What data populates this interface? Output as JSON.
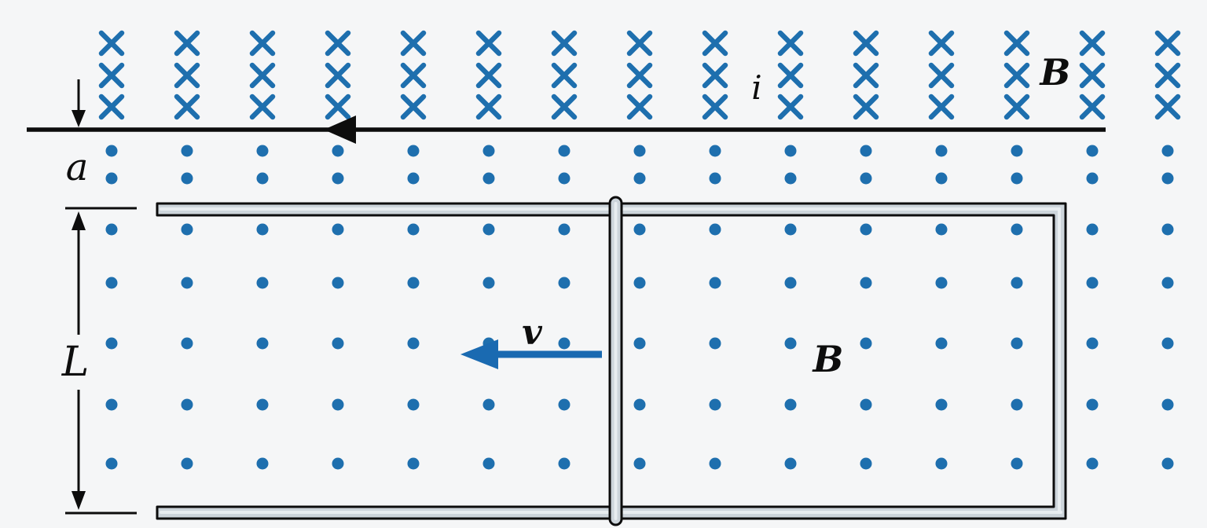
{
  "figure": {
    "description": "Long straight wire carrying current i above a rectangular conducting rail frame with a sliding rod moving with velocity v; magnetic field B into the page above the wire and out of the page below it",
    "colors": {
      "background": "#f5f6f7",
      "field_symbol": "#1e6fae",
      "rail_fill": "#cdd5db",
      "rail_highlight": "#e9eef1",
      "outline": "#0d0d0d",
      "velocity_arrow": "#1a6ab1"
    },
    "labels": {
      "field_into_page": "B",
      "field_out_of_page": "B",
      "current": "i",
      "velocity": "v",
      "distance_wire_to_loop": "a",
      "loop_height": "L"
    },
    "field_grid": {
      "column_start": 142,
      "column_spacing": 96,
      "column_count": 15,
      "cross_rows_y": [
        55,
        96,
        136
      ],
      "cross_arm_half_length": 13,
      "dot_rows_upper_y": [
        192,
        227
      ],
      "dot_rows_lower_y": [
        292,
        360,
        437,
        515,
        590
      ],
      "dot_radius": 7.5
    }
  }
}
